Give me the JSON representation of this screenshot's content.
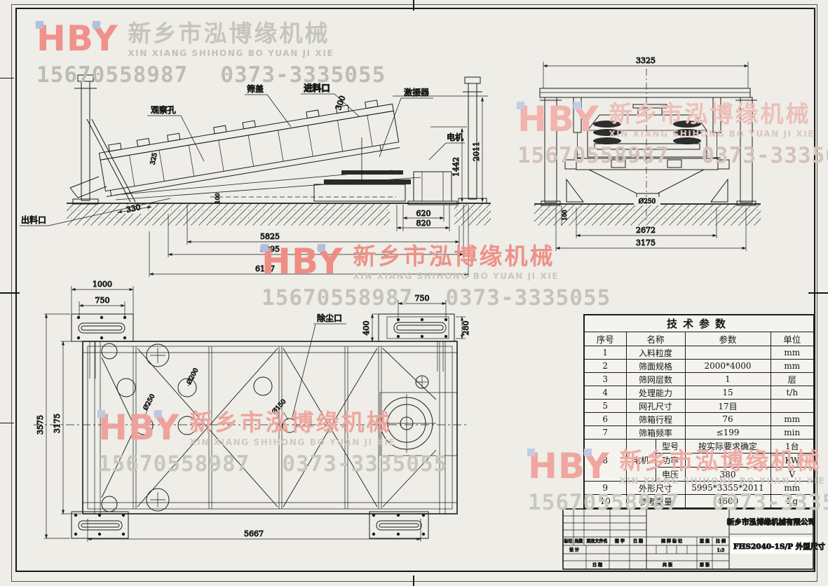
{
  "watermark": {
    "logo": "HBY",
    "company_cn": "新乡市泓博缘机械",
    "company_en": "XIN XIANG SHIHONG BO YUAN JI XIE",
    "phone1": "15670558987",
    "phone2": "0373-3335055"
  },
  "views": {
    "side": {
      "labels": {
        "observation_hole": "观察孔",
        "screen_cover": "筛盖",
        "feed_inlet": "进料口",
        "exciter": "激振器",
        "motor": "电机",
        "discharge_outlet": "出料口"
      },
      "dims": {
        "feed_width": "300",
        "box_side": "325",
        "small_100": "100",
        "height_total": "2011",
        "height_motor": "1442",
        "d330": "330",
        "d620": "620",
        "d820": "820",
        "d5825": "5825",
        "d5995": "5995",
        "d6167": "6167"
      }
    },
    "end": {
      "dims": {
        "width_top": "3325",
        "outlet_dia": "Ø250",
        "d100": "100",
        "d2672": "2672",
        "d3175": "3175"
      }
    },
    "top": {
      "labels": {
        "dust_port": "除尘口"
      },
      "dims": {
        "d1000": "1000",
        "d750_left": "750",
        "d750_right": "750",
        "d400": "400",
        "d280": "280",
        "d3575": "3575",
        "d3175": "3175",
        "d5667": "5667",
        "dia250": "Ø250",
        "dia200": "Ø200",
        "dia150": "Ø150"
      }
    }
  },
  "params_table": {
    "title": "技术参数",
    "headers": [
      "序号",
      "名称",
      "参数",
      "单位"
    ],
    "rows": [
      {
        "no": "1",
        "name": "入料粒度",
        "value": "",
        "unit": "mm"
      },
      {
        "no": "2",
        "name": "筛面规格",
        "value": "2000*4000",
        "unit": "mm"
      },
      {
        "no": "3",
        "name": "筛网层数",
        "value": "1",
        "unit": "层"
      },
      {
        "no": "4",
        "name": "处理能力",
        "value": "15",
        "unit": "t/h"
      },
      {
        "no": "5",
        "name": "网孔尺寸",
        "value": "17目",
        "unit": ""
      },
      {
        "no": "6",
        "name": "筛箱行程",
        "value": "76",
        "unit": "mm"
      },
      {
        "no": "7",
        "name": "筛箱频率",
        "value": "≤199",
        "unit": "min"
      }
    ],
    "motor": {
      "no": "8",
      "name": "电机",
      "rows": [
        {
          "sub": "型号",
          "value": "按实际要求确定",
          "unit": "1台"
        },
        {
          "sub": "功率",
          "value": "11",
          "unit": "KW"
        },
        {
          "sub": "电压",
          "value": "380",
          "unit": "V"
        }
      ]
    },
    "rows2": [
      {
        "no": "9",
        "name": "外形尺寸",
        "value": "5995*3355*2011",
        "unit": "mm"
      },
      {
        "no": "10",
        "name": "参考重量",
        "value": "4600",
        "unit": "Kg"
      }
    ]
  },
  "title_block": {
    "company": "新乡市泓博缘机械有限公司",
    "drawing": "FHS2040-1S/P  外型尺寸",
    "scale_value": "1:3",
    "labels": {
      "mark": "标记",
      "count": "处数",
      "change_doc": "更改文件名",
      "signature": "签 字",
      "date": "日 期",
      "design": "设 计",
      "date2": "日 期",
      "drawing_mark": "图 样 标 记",
      "weight": "重 量",
      "scale": "比 例",
      "total_sheets": "共  张",
      "sheet_no": "第  张"
    }
  }
}
